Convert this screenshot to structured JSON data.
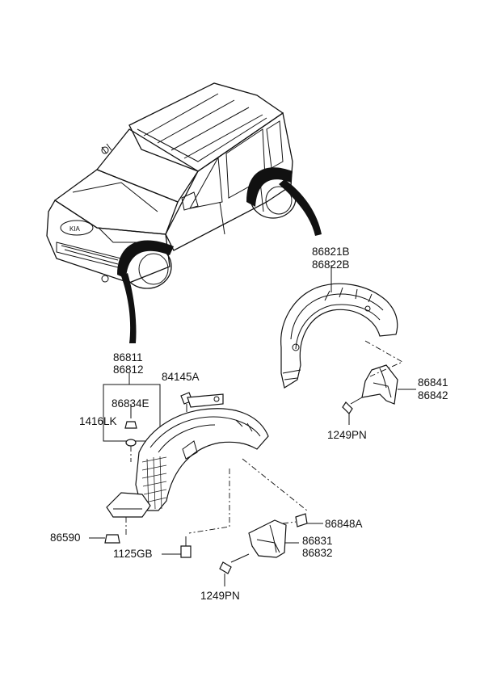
{
  "labels": {
    "p86821b": "86821B",
    "p86822b": "86822B",
    "p86811": "86811",
    "p86812": "86812",
    "p84145a": "84145A",
    "p86834e": "86834E",
    "p1416lk": "1416LK",
    "p86841": "86841",
    "p86842": "86842",
    "p1249pn_rear": "1249PN",
    "p86848a": "86848A",
    "p86831": "86831",
    "p86832": "86832",
    "p86590": "86590",
    "p1125gb": "1125GB",
    "p1249pn_front": "1249PN"
  }
}
